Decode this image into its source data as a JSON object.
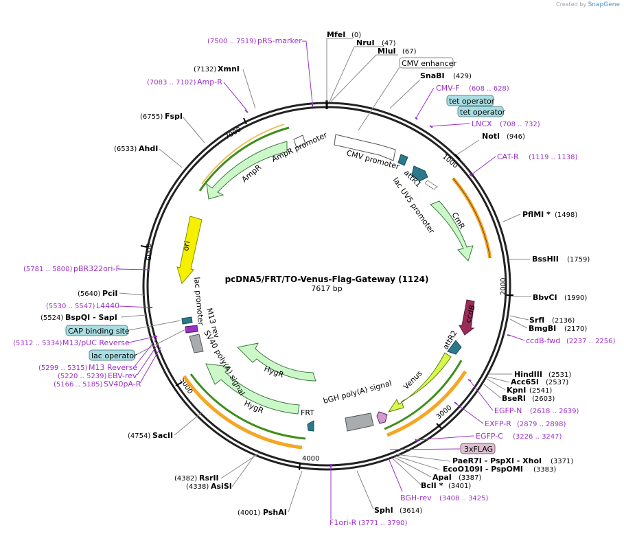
{
  "credit": {
    "created_by": "Created by",
    "brand": "SnapGene"
  },
  "plasmid": {
    "name": "pcDNA5/FRT/TO-Venus-Flag-Gateway (1124)",
    "length_label": "7617 bp",
    "length": 7617
  },
  "ticks": [
    "1000",
    "2000",
    "3000",
    "4000",
    "5000",
    "6000",
    "7000"
  ],
  "sites_right": [
    {
      "name": "MfeI",
      "pos": "(0)"
    },
    {
      "name": "NruI",
      "pos": "(47)"
    },
    {
      "name": "MluI",
      "pos": "(67)"
    },
    {
      "name": "SnaBI",
      "pos": "(429)"
    },
    {
      "name": "NotI",
      "pos": "(946)"
    },
    {
      "name": "PflMI *",
      "pos": "(1498)"
    },
    {
      "name": "BssHII",
      "pos": "(1759)"
    },
    {
      "name": "BbvCI",
      "pos": "(1990)"
    },
    {
      "name": "SrfI",
      "pos": "(2136)"
    },
    {
      "name": "BmgBI",
      "pos": "(2170)"
    },
    {
      "name": "HindIII",
      "pos": "(2531)"
    },
    {
      "name": "Acc65I",
      "pos": "(2537)"
    },
    {
      "name": "KpnI",
      "pos": "(2541)"
    },
    {
      "name": "BseRI",
      "pos": "(2603)"
    },
    {
      "name": "PaeR7I - PspXI - XhoI",
      "pos": "(3371)"
    },
    {
      "name": "EcoO109I - PspOMI",
      "pos": "(3383)"
    },
    {
      "name": "ApaI",
      "pos": "(3387)"
    },
    {
      "name": "BclI *",
      "pos": "(3401)"
    },
    {
      "name": "SphI",
      "pos": "(3614)"
    }
  ],
  "sites_left": [
    {
      "name": "XmnI",
      "pos": "(7132)"
    },
    {
      "name": "FspI",
      "pos": "(6755)"
    },
    {
      "name": "AhdI",
      "pos": "(6533)"
    },
    {
      "name": "PciI",
      "pos": "(5640)"
    },
    {
      "name": "BspQI - SapI",
      "pos": "(5524)"
    },
    {
      "name": "SacII",
      "pos": "(4754)"
    },
    {
      "name": "RsrII",
      "pos": "(4382)"
    },
    {
      "name": "AsiSI",
      "pos": "(4338)"
    },
    {
      "name": "PshAI",
      "pos": "(4001)"
    }
  ],
  "primers": [
    {
      "name": "pRS-marker",
      "pos": "(7500 .. 7519)"
    },
    {
      "name": "Amp-R",
      "pos": "(7083 .. 7102)"
    },
    {
      "name": "CMV-F",
      "pos": "(608 .. 628)"
    },
    {
      "name": "LNCX",
      "pos": "(708 .. 732)"
    },
    {
      "name": "CAT-R",
      "pos": "(1119 .. 1138)"
    },
    {
      "name": "ccdB-fwd",
      "pos": "(2237 .. 2256)"
    },
    {
      "name": "EGFP-N",
      "pos": "(2618 .. 2639)"
    },
    {
      "name": "EXFP-R",
      "pos": "(2879 .. 2898)"
    },
    {
      "name": "EGFP-C",
      "pos": "(3226 .. 3247)"
    },
    {
      "name": "BGH-rev",
      "pos": "(3408 .. 3425)"
    },
    {
      "name": "F1ori-R",
      "pos": "(3771 .. 3790)"
    },
    {
      "name": "pBR322ori-F",
      "pos": "(5781 .. 5800)"
    },
    {
      "name": "L4440",
      "pos": "(5530 .. 5547)"
    },
    {
      "name": "M13/pUC Reverse",
      "pos": "(5312 .. 5334)"
    },
    {
      "name": "M13 Reverse",
      "pos": "(5299 .. 5315)"
    },
    {
      "name": "EBV-rev",
      "pos": "(5220 .. 5239)"
    },
    {
      "name": "SV40pA-R",
      "pos": "(5166 .. 5185)"
    }
  ],
  "boxes": {
    "cmv_enhancer": "CMV enhancer",
    "tet_operator_1": "tet operator",
    "tet_operator_2": "tet operator",
    "flag": "3xFLAG",
    "cap": "CAP binding site",
    "lac_operator": "lac operator"
  },
  "features": {
    "ampr_promoter": "AmpR promoter",
    "ampr": "AmpR",
    "cmv_promoter": "CMV promoter",
    "attr1": "attR1",
    "lacuv5": "lac UV5 promoter",
    "cmr": "CmR",
    "ori": "ori",
    "lac_promoter": "lac promoter",
    "m13rev": "M13 rev",
    "sv40": "SV40 poly(A) signal",
    "ccdb": "ccdB",
    "attr2": "attR2",
    "venus": "Venus",
    "bgh": "bGH poly(A) signal",
    "frt": "FRT",
    "hygr1": "HygR",
    "hygr2": "HygR"
  },
  "colors": {
    "primer": "#9b30c8",
    "box_teal": "#a9dde2",
    "flag_box": "#dcbfd0",
    "resistance_green": "#ccf7c9",
    "ori_yellow": "#f5f000",
    "venus_yellow": "#d8f84a",
    "ccdb": "#9b2c5a",
    "attr_teal": "#2b7a8c",
    "orf_orange": "#f5a623",
    "orf_green": "#3d8f1a"
  }
}
